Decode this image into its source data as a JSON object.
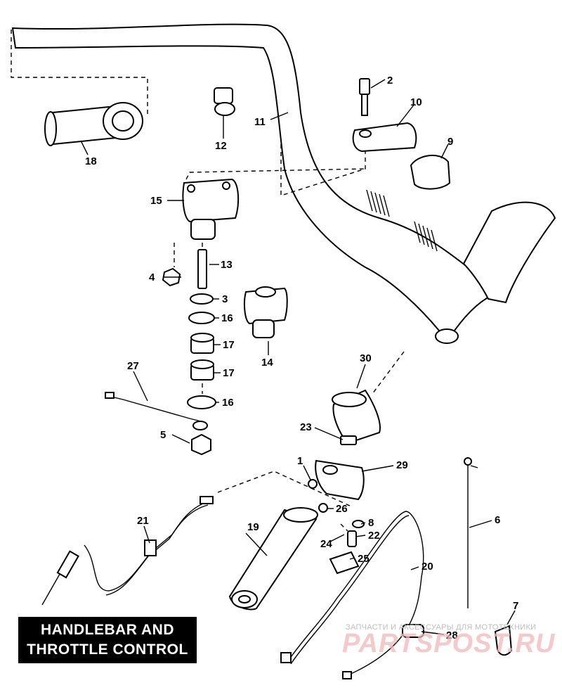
{
  "title": {
    "line1": "HANDLEBAR AND",
    "line2": "THROTTLE CONTROL"
  },
  "watermark": {
    "small": "ЗАПЧАСТИ И АКСЕССУАРЫ ДЛЯ МОТОТЕХНИКИ",
    "big": "PARTSPOST.RU",
    "color": "#e06060"
  },
  "parts": {
    "p1": "1",
    "p2": "2",
    "p3": "3",
    "p4": "4",
    "p5": "5",
    "p6": "6",
    "p7": "7",
    "p8": "8",
    "p9": "9",
    "p10": "10",
    "p11": "11",
    "p12": "12",
    "p13": "13",
    "p14": "14",
    "p15": "15",
    "p16a": "16",
    "p16b": "16",
    "p17a": "17",
    "p17b": "17",
    "p18": "18",
    "p19": "19",
    "p20": "20",
    "p21": "21",
    "p22": "22",
    "p23": "23",
    "p24": "24",
    "p25": "25",
    "p26": "26",
    "p27": "27",
    "p28": "28",
    "p29": "29",
    "p30": "30"
  }
}
